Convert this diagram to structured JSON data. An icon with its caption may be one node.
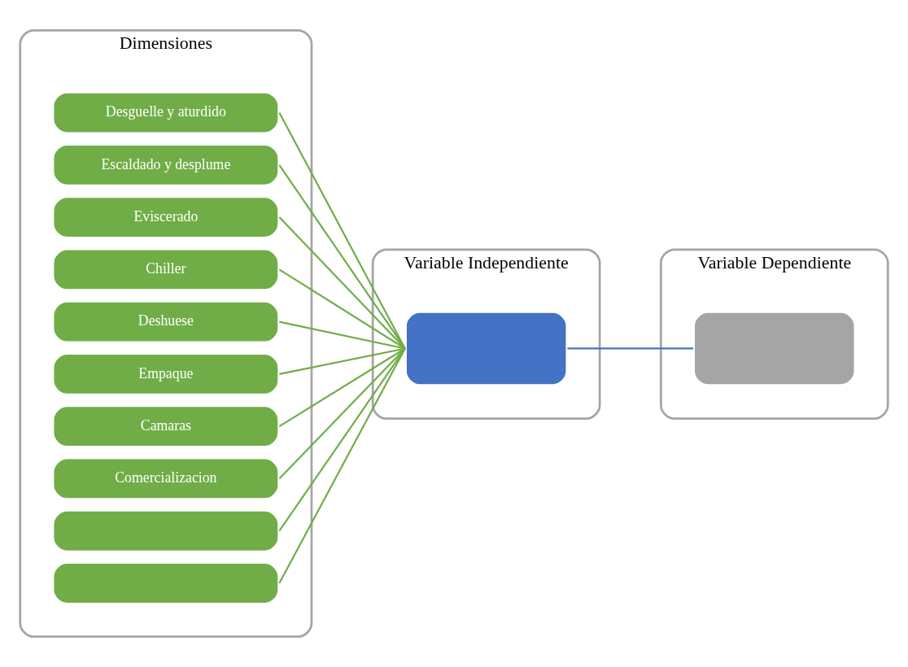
{
  "diagram": {
    "nodes": [
      {
        "text": [
          "Dimensiones"
        ]
      },
      {
        "text": [
          "Variable Independiente"
        ]
      },
      {
        "text": [
          "Variable Dependiente"
        ]
      },
      {
        "text": [
          "Desguelle y aturdido"
        ],
        "in": 0
      },
      {
        "text": [
          "Escaldado y desplume"
        ],
        "in": 0
      },
      {
        "text": [
          "Eviscerado"
        ],
        "in": 0
      },
      {
        "text": [
          "Chiller"
        ],
        "in": 0
      },
      {
        "text": [
          "Deshuese"
        ],
        "in": 0
      },
      {
        "text": [
          "Empaque"
        ],
        "in": 0
      },
      {
        "text": [
          "Camaras"
        ],
        "in": 0
      },
      {
        "text": [
          "Comercializacion"
        ],
        "in": 0
      },
      {
        "text": [],
        "shape": "box",
        "in": 0
      },
      {
        "text": [],
        "shape": "box",
        "in": 0
      },
      {
        "text": [],
        "shape": "box",
        "in": 1
      },
      {
        "text": [],
        "shape": "box",
        "in": 2
      }
    ],
    "edges": [
      {
        "from": 3,
        "to": 13,
        "arrow": "none"
      },
      {
        "from": 4,
        "to": 13,
        "arrow": "none"
      },
      {
        "from": 5,
        "to": 13,
        "arrow": "none"
      },
      {
        "from": 6,
        "to": 13,
        "arrow": "none"
      },
      {
        "from": 7,
        "to": 13,
        "arrow": "none"
      },
      {
        "from": 8,
        "to": 13,
        "arrow": "none"
      },
      {
        "from": 9,
        "to": 13,
        "arrow": "none"
      },
      {
        "from": 10,
        "to": 13,
        "arrow": "none"
      },
      {
        "from": 11,
        "to": 13,
        "arrow": "none"
      },
      {
        "from": 12,
        "to": 13,
        "arrow": "none"
      },
      {
        "from": 13,
        "to": 14,
        "arrow": "none",
        "color": "#4472c4"
      }
    ]
  }
}
